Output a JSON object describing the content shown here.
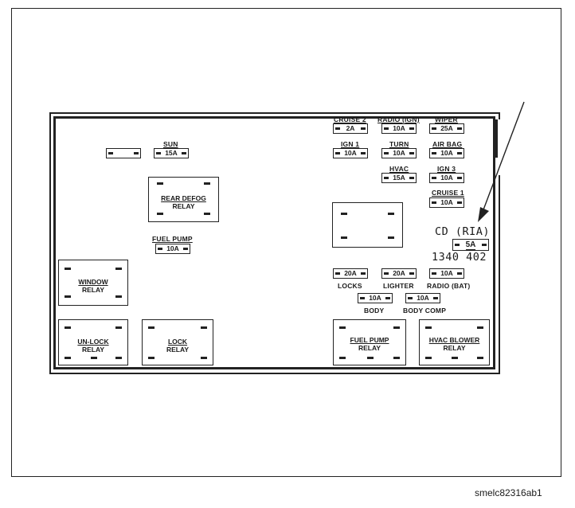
{
  "labels": {
    "sun": "SUN",
    "fuel_pump": "FUEL PUMP",
    "cruise_2": "CRUISE 2",
    "radio_ign": "RADIO (IGN)",
    "wiper": "WIPER",
    "ign_1": "IGN 1",
    "turn": "TURN",
    "air_bag": "AIR BAG",
    "hvac": "HVAC",
    "ign_3": "IGN 3",
    "cruise_1": "CRUISE 1",
    "locks": "LOCKS",
    "lighter": "LIGHTER",
    "radio_bat": "RADIO (BAT)",
    "body": "BODY",
    "body_comp": "BODY COMP"
  },
  "fuses": {
    "sun": "15A",
    "fuel_pump": "10A",
    "cruise_2": "2A",
    "radio_ign": "10A",
    "wiper": "25A",
    "ign_1": "10A",
    "turn": "10A",
    "air_bag": "10A",
    "hvac": "15A",
    "ign_3": "10A",
    "cruise_1": "10A",
    "locks": "20A",
    "lighter": "20A",
    "radio_bat": "10A",
    "body": "10A",
    "body_comp": "10A",
    "cd_ria": "5A"
  },
  "relays": {
    "rear_defog": [
      "REAR DEFOG",
      "RELAY"
    ],
    "window": [
      "WINDOW",
      "RELAY"
    ],
    "unlock": [
      "UN-LOCK",
      "RELAY"
    ],
    "lock": [
      "LOCK",
      "RELAY"
    ],
    "fuel_pump": [
      "FUEL PUMP",
      "RELAY"
    ],
    "hvac_blower": [
      "HVAC BLOWER",
      "RELAY"
    ]
  },
  "callout": {
    "title": "CD (RIA)",
    "part_number": "1340 402"
  },
  "ref_code": "smelc82316ab1"
}
